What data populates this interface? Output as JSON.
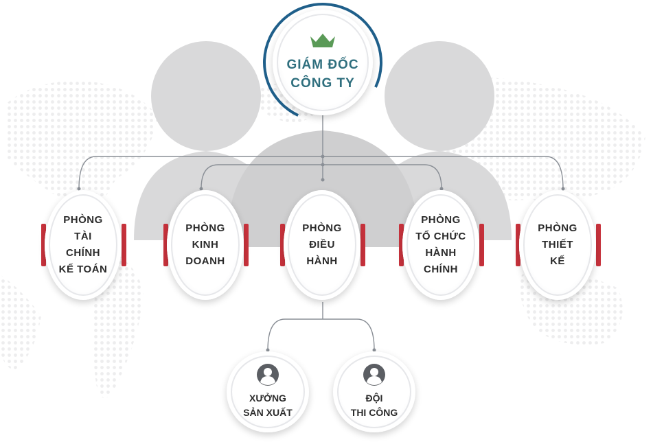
{
  "ceo": {
    "line1": "GIÁM ĐỐC",
    "line2": "CÔNG TY",
    "icon": "crown-icon"
  },
  "departments": [
    {
      "lines": [
        "PHÒNG",
        "TÀI",
        "CHÍNH",
        "KẾ TOÁN"
      ]
    },
    {
      "lines": [
        "PHÒNG",
        "KINH",
        "DOANH"
      ]
    },
    {
      "lines": [
        "PHÒNG",
        "ĐIỀU",
        "HÀNH"
      ]
    },
    {
      "lines": [
        "PHÒNG",
        "TỔ CHỨC",
        "HÀNH",
        "CHÍNH"
      ]
    },
    {
      "lines": [
        "PHÒNG",
        "THIẾT",
        "KẾ"
      ]
    }
  ],
  "sub_units": [
    {
      "line1": "XƯỞNG",
      "line2": "SẢN XUẤT",
      "icon": "user-icon"
    },
    {
      "line1": "ĐỘI",
      "line2": "THI CÔNG",
      "icon": "user-icon"
    }
  ],
  "colors": {
    "ceo_text": "#2f6f7e",
    "ceo_ring": "#1f5f8a",
    "crown": "#5a9a57",
    "accent_tab": "#c8323c",
    "connector": "#8a8f96",
    "silhouette": "#d9d9da"
  }
}
